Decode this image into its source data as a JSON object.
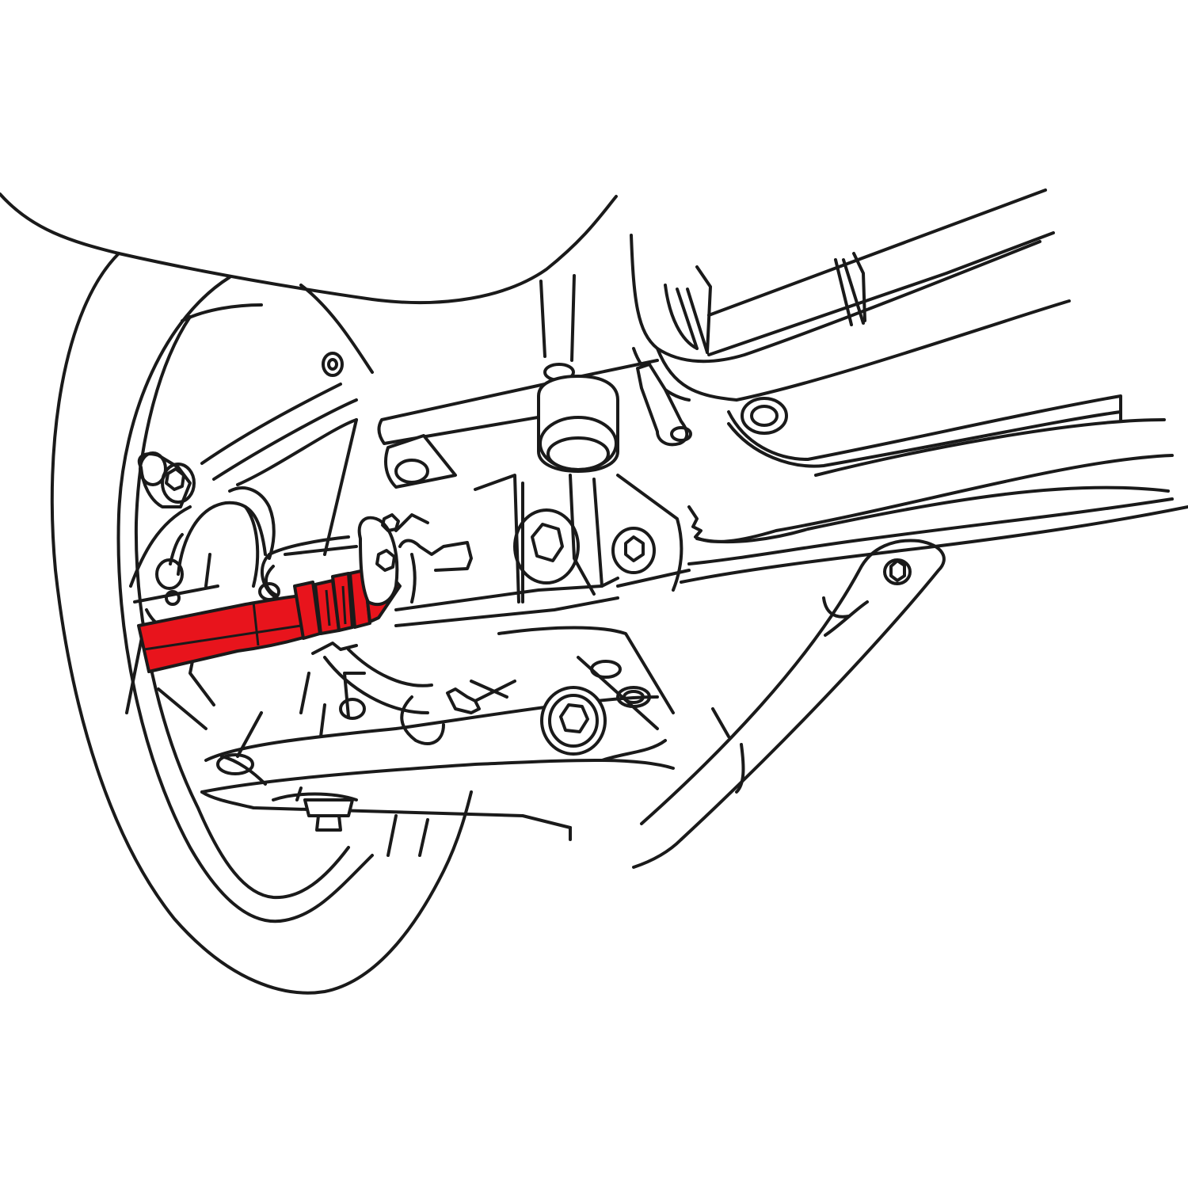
{
  "illustration": {
    "subject": "Rear suspension line drawing with highlighted arm",
    "background_color": "#ffffff",
    "line_color": "#1a1a1a",
    "highlight_color": "#e8141c",
    "highlighted_part": "toe-arm",
    "parts": [
      {
        "name": "body-fender",
        "highlighted": false
      },
      {
        "name": "tire",
        "highlighted": false
      },
      {
        "name": "wheel-rim",
        "highlighted": false
      },
      {
        "name": "upper-control-arm",
        "highlighted": false
      },
      {
        "name": "knuckle",
        "highlighted": false
      },
      {
        "name": "subframe-mount-bushing",
        "highlighted": false
      },
      {
        "name": "subframe",
        "highlighted": false
      },
      {
        "name": "toe-arm",
        "highlighted": true
      },
      {
        "name": "lower-control-arm",
        "highlighted": false
      },
      {
        "name": "trailing-link",
        "highlighted": false
      },
      {
        "name": "frame-rails",
        "highlighted": false
      }
    ]
  }
}
